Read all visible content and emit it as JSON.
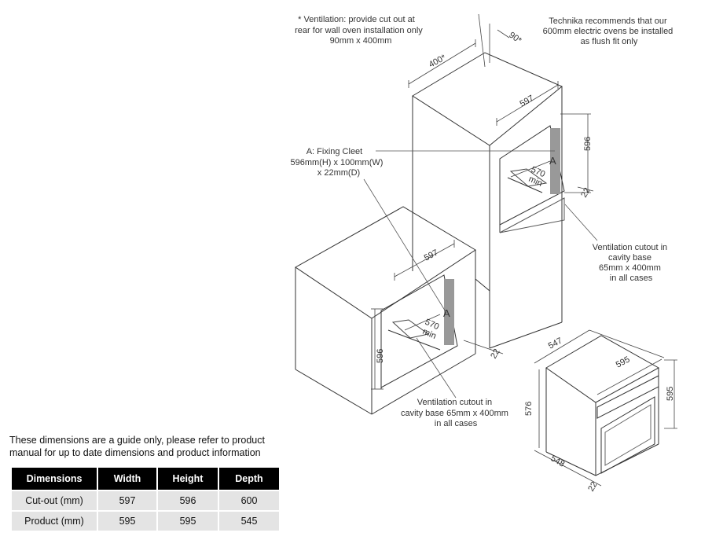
{
  "diagram": {
    "ventilation_note": [
      "* Ventilation: provide cut out at",
      "rear for wall oven installation only",
      "90mm x 400mm"
    ],
    "recommendation_note": [
      "Technika recommends that our",
      "600mm electric ovens be installed",
      "as flush fit only"
    ],
    "fixing_cleet_note": [
      "A: Fixing Cleet",
      "596mm(H) x 100mm(W)",
      "x 22mm(D)"
    ],
    "vent_cutout_right": [
      "Ventilation cutout in",
      "cavity base",
      "65mm x 400mm",
      "in all cases"
    ],
    "vent_cutout_bottom": [
      "Ventilation cutout in",
      "cavity base 65mm x 400mm",
      "in all cases"
    ],
    "tall_cabinet": {
      "depth": "400*",
      "angle": "90*",
      "width": "597",
      "height": "596",
      "min_depth": "570",
      "min_label": "min",
      "cleet": "A",
      "gap": "22"
    },
    "low_cabinet": {
      "width": "597",
      "height": "596",
      "min_depth": "570",
      "min_label": "min",
      "cleet": "A",
      "gap": "22"
    },
    "oven": {
      "depth_top": "547",
      "width": "595",
      "height": "595",
      "front_height": "576",
      "depth_bottom": "548",
      "gap": "22"
    }
  },
  "note": {
    "line1": "These dimensions are a guide only, please refer to product",
    "line2": "manual for up to date dimensions and product information"
  },
  "table": {
    "headers": [
      "Dimensions",
      "Width",
      "Height",
      "Depth"
    ],
    "rows": [
      [
        "Cut-out (mm)",
        "597",
        "596",
        "600"
      ],
      [
        "Product (mm)",
        "595",
        "595",
        "545"
      ]
    ]
  }
}
